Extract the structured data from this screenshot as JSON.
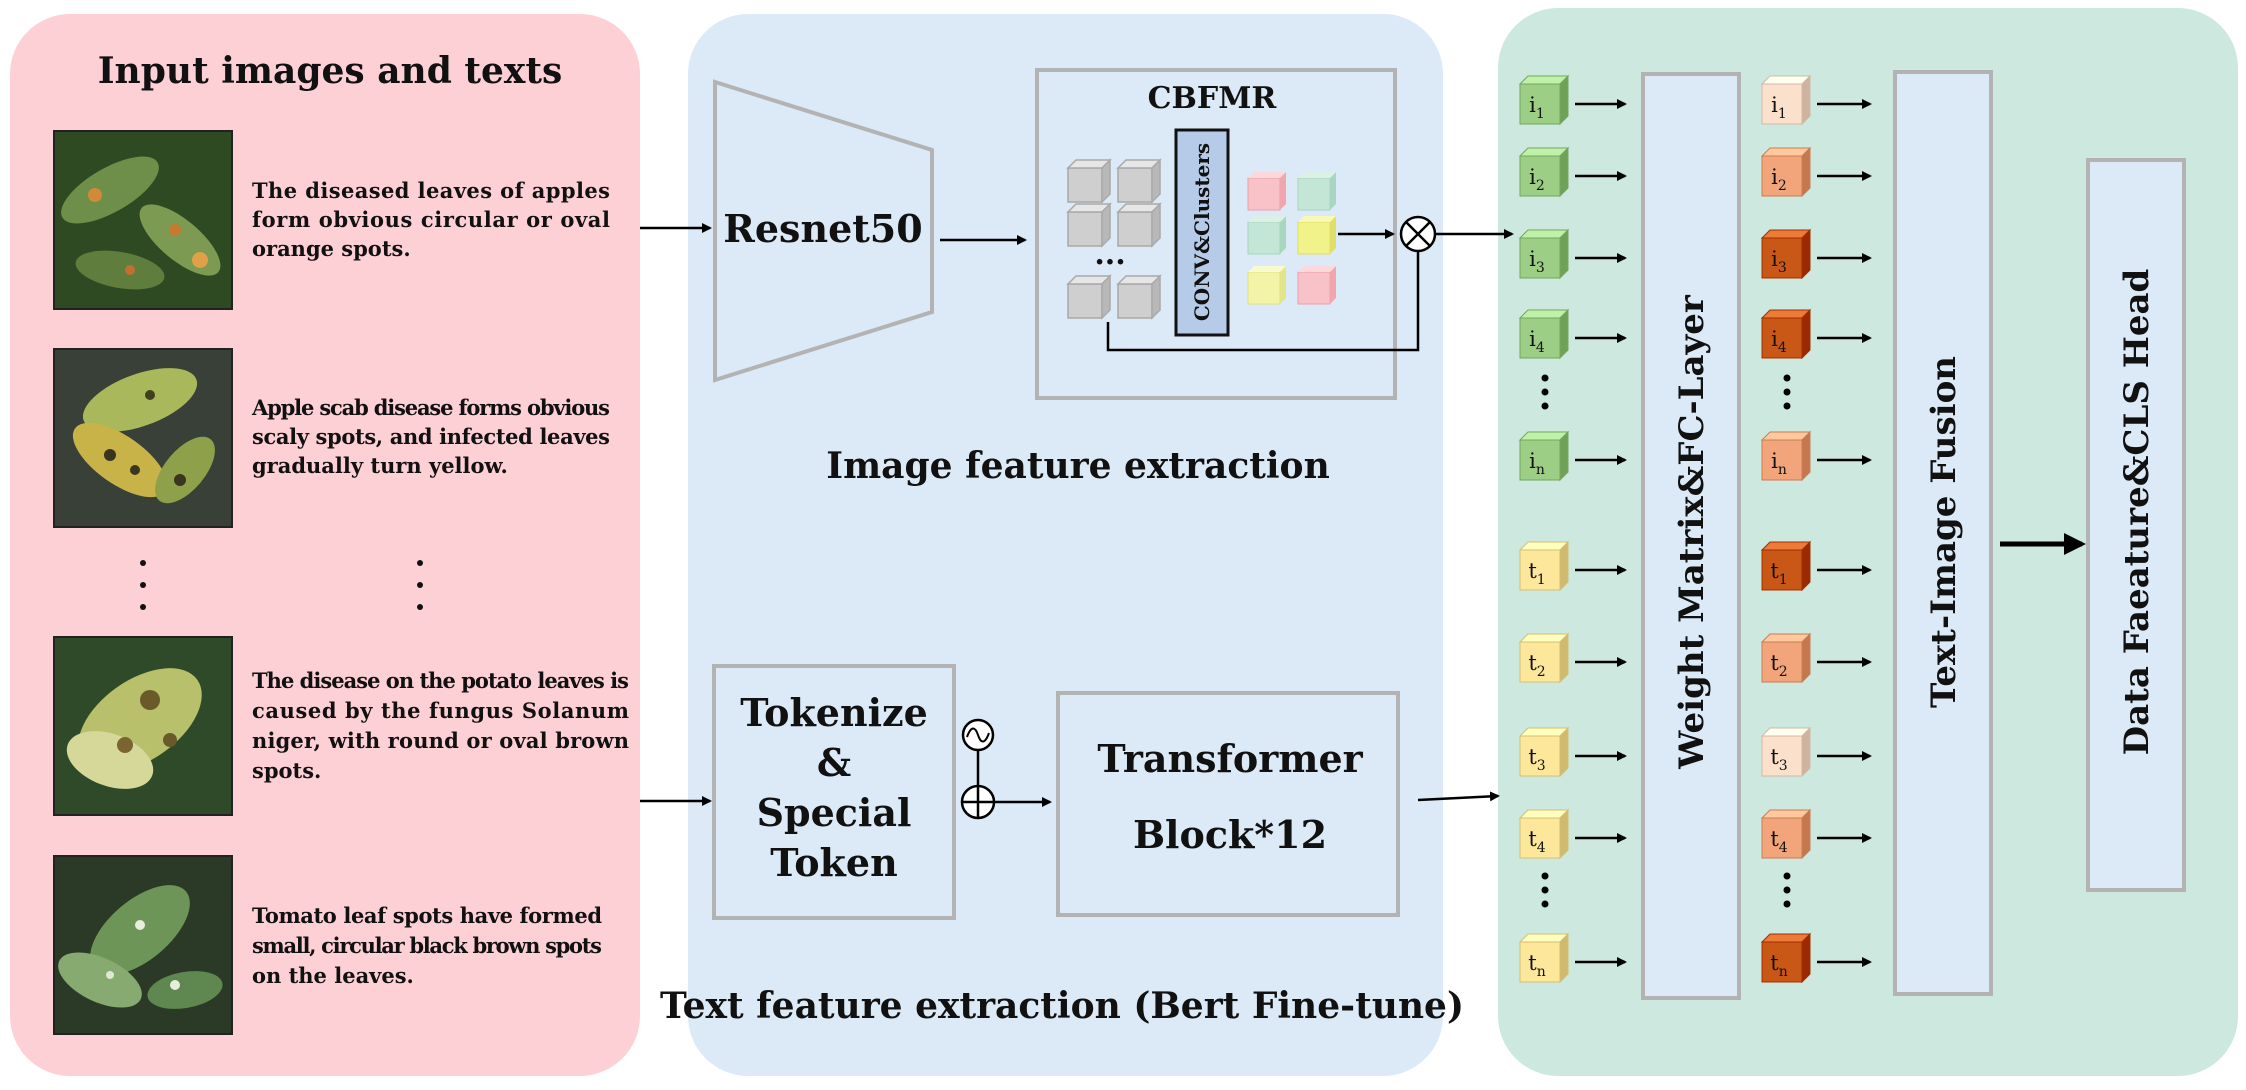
{
  "panels": {
    "input": {
      "title": "Input images and texts",
      "items": [
        {
          "lines": [
            "The diseased leaves of apples",
            "form obvious circular or oval",
            "orange spots."
          ]
        },
        {
          "lines": [
            "Apple scab disease forms obvious",
            "scaly spots, and infected leaves",
            "gradually turn yellow."
          ]
        },
        {
          "lines": [
            "The disease on the potato leaves is",
            "caused by the fungus Solanum",
            "niger, with round or oval brown",
            "spots."
          ]
        },
        {
          "lines": [
            "Tomato leaf spots have formed",
            "small, circular black brown spots",
            "on the leaves."
          ]
        }
      ]
    },
    "image": {
      "resnet": "Resnet50",
      "cbfmr": "CBFMR",
      "conv": "CONV&Clusters",
      "ellipsis": "...",
      "caption": "Image feature extraction"
    },
    "text": {
      "tokenize": [
        "Tokenize",
        "&",
        "Special",
        "Token"
      ],
      "transformer": [
        "Transformer",
        "Block*12"
      ],
      "caption": "Text feature extraction (Bert Fine-tune)"
    },
    "fusion": {
      "weight_layer": "Weight Matrix&FC-Layer",
      "text_image": "Text-Image Fusion",
      "head": "Data Faeature&CLS Head",
      "image_tokens": [
        {
          "base": "i",
          "sub": "1"
        },
        {
          "base": "i",
          "sub": "2"
        },
        {
          "base": "i",
          "sub": "3"
        },
        {
          "base": "i",
          "sub": "4"
        },
        {
          "base": "i",
          "sub": "n"
        }
      ],
      "text_tokens": [
        {
          "base": "t",
          "sub": "1"
        },
        {
          "base": "t",
          "sub": "2"
        },
        {
          "base": "t",
          "sub": "3"
        },
        {
          "base": "t",
          "sub": "4"
        },
        {
          "base": "t",
          "sub": "n"
        }
      ]
    }
  },
  "colors": {
    "input_bg": "#fdd0d6",
    "extract_bg": "#dce9f6",
    "fusion_bg": "#cde8de",
    "image_token": "#9ccf85",
    "text_token": "#fde79a",
    "fused_light": "#fbe0cc",
    "fused_mid": "#f2a57a",
    "fused_dark": "#c95715",
    "box_border": "#b3b3b3",
    "conv_fill": "#b6cbe8"
  }
}
